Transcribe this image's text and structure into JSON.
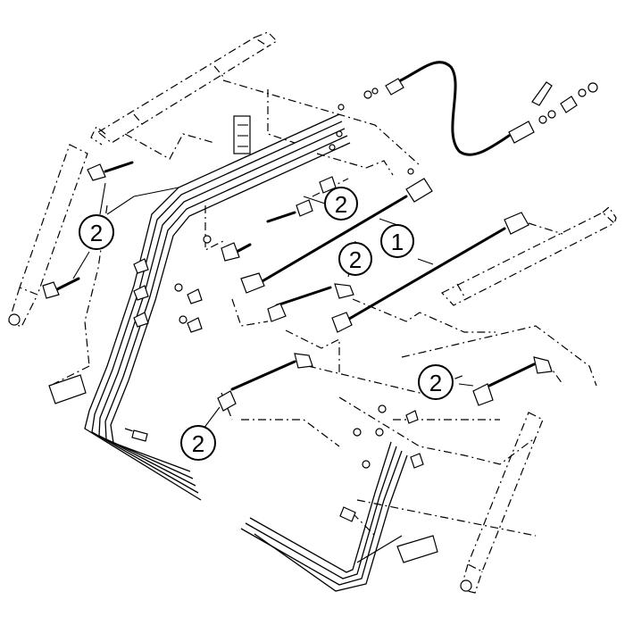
{
  "callouts": [
    {
      "label": "1"
    },
    {
      "label": "2"
    },
    {
      "label": "2"
    },
    {
      "label": "2"
    },
    {
      "label": "2"
    },
    {
      "label": "2"
    }
  ]
}
